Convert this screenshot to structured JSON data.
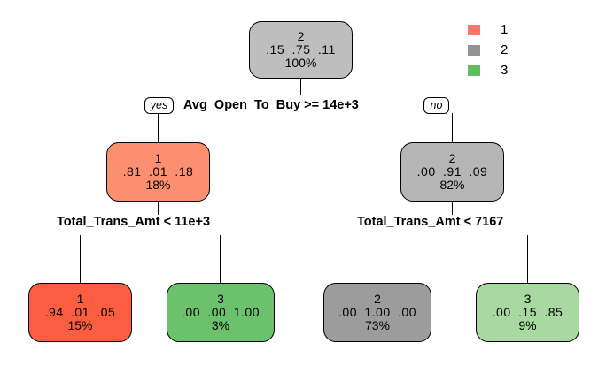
{
  "chart_data": {
    "type": "tree",
    "title": "",
    "description": "rpart classification decision tree with 3 classes",
    "classes": [
      "1",
      "2",
      "3"
    ],
    "class_colors": {
      "1": "#F8766D",
      "2": "#949494",
      "3": "#5FBF5F"
    },
    "nodes": [
      {
        "id": "root",
        "class_label": "2",
        "probs": [
          ".15",
          ".75",
          ".11"
        ],
        "pct": "100%",
        "fill": "#BEBEBE",
        "level": 0
      },
      {
        "id": "n2",
        "class_label": "1",
        "probs": [
          ".81",
          ".01",
          ".18"
        ],
        "pct": "18%",
        "fill": "#FC8F6F",
        "level": 1,
        "branch": "yes"
      },
      {
        "id": "n3",
        "class_label": "2",
        "probs": [
          ".00",
          ".91",
          ".09"
        ],
        "pct": "82%",
        "fill": "#B5B5B5",
        "level": 1,
        "branch": "no"
      },
      {
        "id": "n4",
        "class_label": "1",
        "probs": [
          ".94",
          ".01",
          ".05"
        ],
        "pct": "15%",
        "fill": "#FA5D40",
        "level": 2,
        "branch": "yes"
      },
      {
        "id": "n5",
        "class_label": "3",
        "probs": [
          ".00",
          ".00",
          "1.00"
        ],
        "pct": "3%",
        "fill": "#6CC26C",
        "level": 2,
        "branch": "no"
      },
      {
        "id": "n6",
        "class_label": "2",
        "probs": [
          ".00",
          "1.00",
          ".00"
        ],
        "pct": "73%",
        "fill": "#9C9C9C",
        "level": 2,
        "branch": "yes"
      },
      {
        "id": "n7",
        "class_label": "3",
        "probs": [
          ".00",
          ".15",
          ".85"
        ],
        "pct": "9%",
        "fill": "#A8D9A0",
        "level": 2,
        "branch": "no"
      }
    ],
    "splits": [
      {
        "id": "split-root",
        "text": "Avg_Open_To_Buy >= 14e+3",
        "yes_label": "yes",
        "no_label": "no"
      },
      {
        "id": "split-left",
        "text": "Total_Trans_Amt < 11e+3"
      },
      {
        "id": "split-right",
        "text": "Total_Trans_Amt < 7167"
      }
    ],
    "legend": {
      "position": "top-right",
      "entries": [
        {
          "label": "1",
          "color": "#F8766D"
        },
        {
          "label": "2",
          "color": "#949494"
        },
        {
          "label": "3",
          "color": "#5FBF5F"
        }
      ]
    }
  }
}
